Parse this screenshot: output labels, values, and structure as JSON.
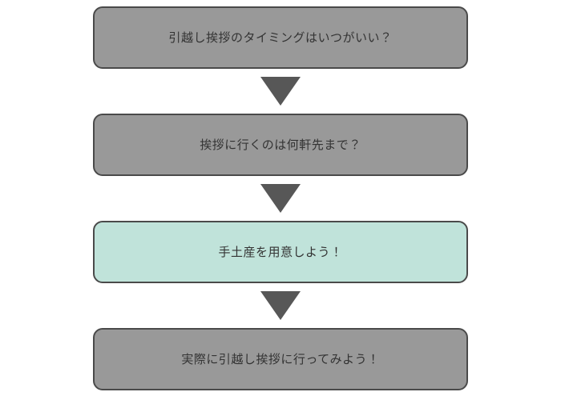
{
  "chart_data": {
    "type": "diagram",
    "diagram_type": "flowchart",
    "orientation": "vertical-top-to-bottom",
    "title": "",
    "background_color": "#ffffff",
    "node_count": 4,
    "connector_count": 3,
    "connector_shape": "down-triangle",
    "connector_color": "#575757",
    "nodes": [
      {
        "id": "step-1",
        "label": "引越し挨拶のタイミングはいつがいい？",
        "fill": "#999999",
        "border": "#4a4a4a",
        "text_color": "#333333",
        "highlighted": false
      },
      {
        "id": "step-2",
        "label": "挨拶に行くのは何軒先まで？",
        "fill": "#999999",
        "border": "#4a4a4a",
        "text_color": "#333333",
        "highlighted": false
      },
      {
        "id": "step-3",
        "label": "手土産を用意しよう！",
        "fill": "#c0e3da",
        "border": "#4a4a4a",
        "text_color": "#333333",
        "highlighted": true
      },
      {
        "id": "step-4",
        "label": "実際に引越し挨拶に行ってみよう！",
        "fill": "#999999",
        "border": "#4a4a4a",
        "text_color": "#333333",
        "highlighted": false
      }
    ],
    "edges": [
      {
        "id": "edge-1",
        "from": "step-1",
        "to": "step-2"
      },
      {
        "id": "edge-2",
        "from": "step-2",
        "to": "step-3"
      },
      {
        "id": "edge-3",
        "from": "step-3",
        "to": "step-4"
      }
    ]
  },
  "colors": {
    "node_gray": "#999999",
    "node_teal": "#c0e3da",
    "node_border": "#4a4a4a",
    "arrow": "#575757",
    "text": "#333333",
    "background": "#ffffff"
  }
}
